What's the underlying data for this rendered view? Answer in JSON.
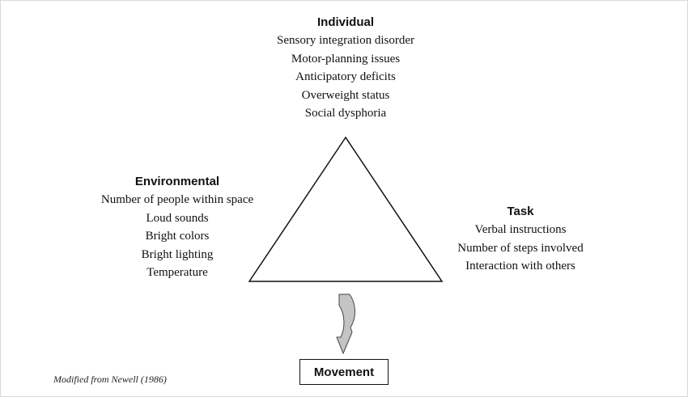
{
  "individual": {
    "title": "Individual",
    "items": [
      "Sensory integration disorder",
      "Motor-planning issues",
      "Anticipatory deficits",
      "Overweight status",
      "Social dysphoria"
    ]
  },
  "environmental": {
    "title": "Environmental",
    "items": [
      "Number of people within space",
      "Loud sounds",
      "Bright colors",
      "Bright lighting",
      "Temperature"
    ]
  },
  "task": {
    "title": "Task",
    "items": [
      "Verbal instructions",
      "Number of steps involved",
      "Interaction with others"
    ]
  },
  "outcome": {
    "label": "Movement"
  },
  "citation": "Modified from Newell (1986)",
  "colors": {
    "line": "#111111",
    "arrow_fill": "#c4c4c4",
    "arrow_stroke": "#444444",
    "frame_border": "#d8d8d8"
  }
}
